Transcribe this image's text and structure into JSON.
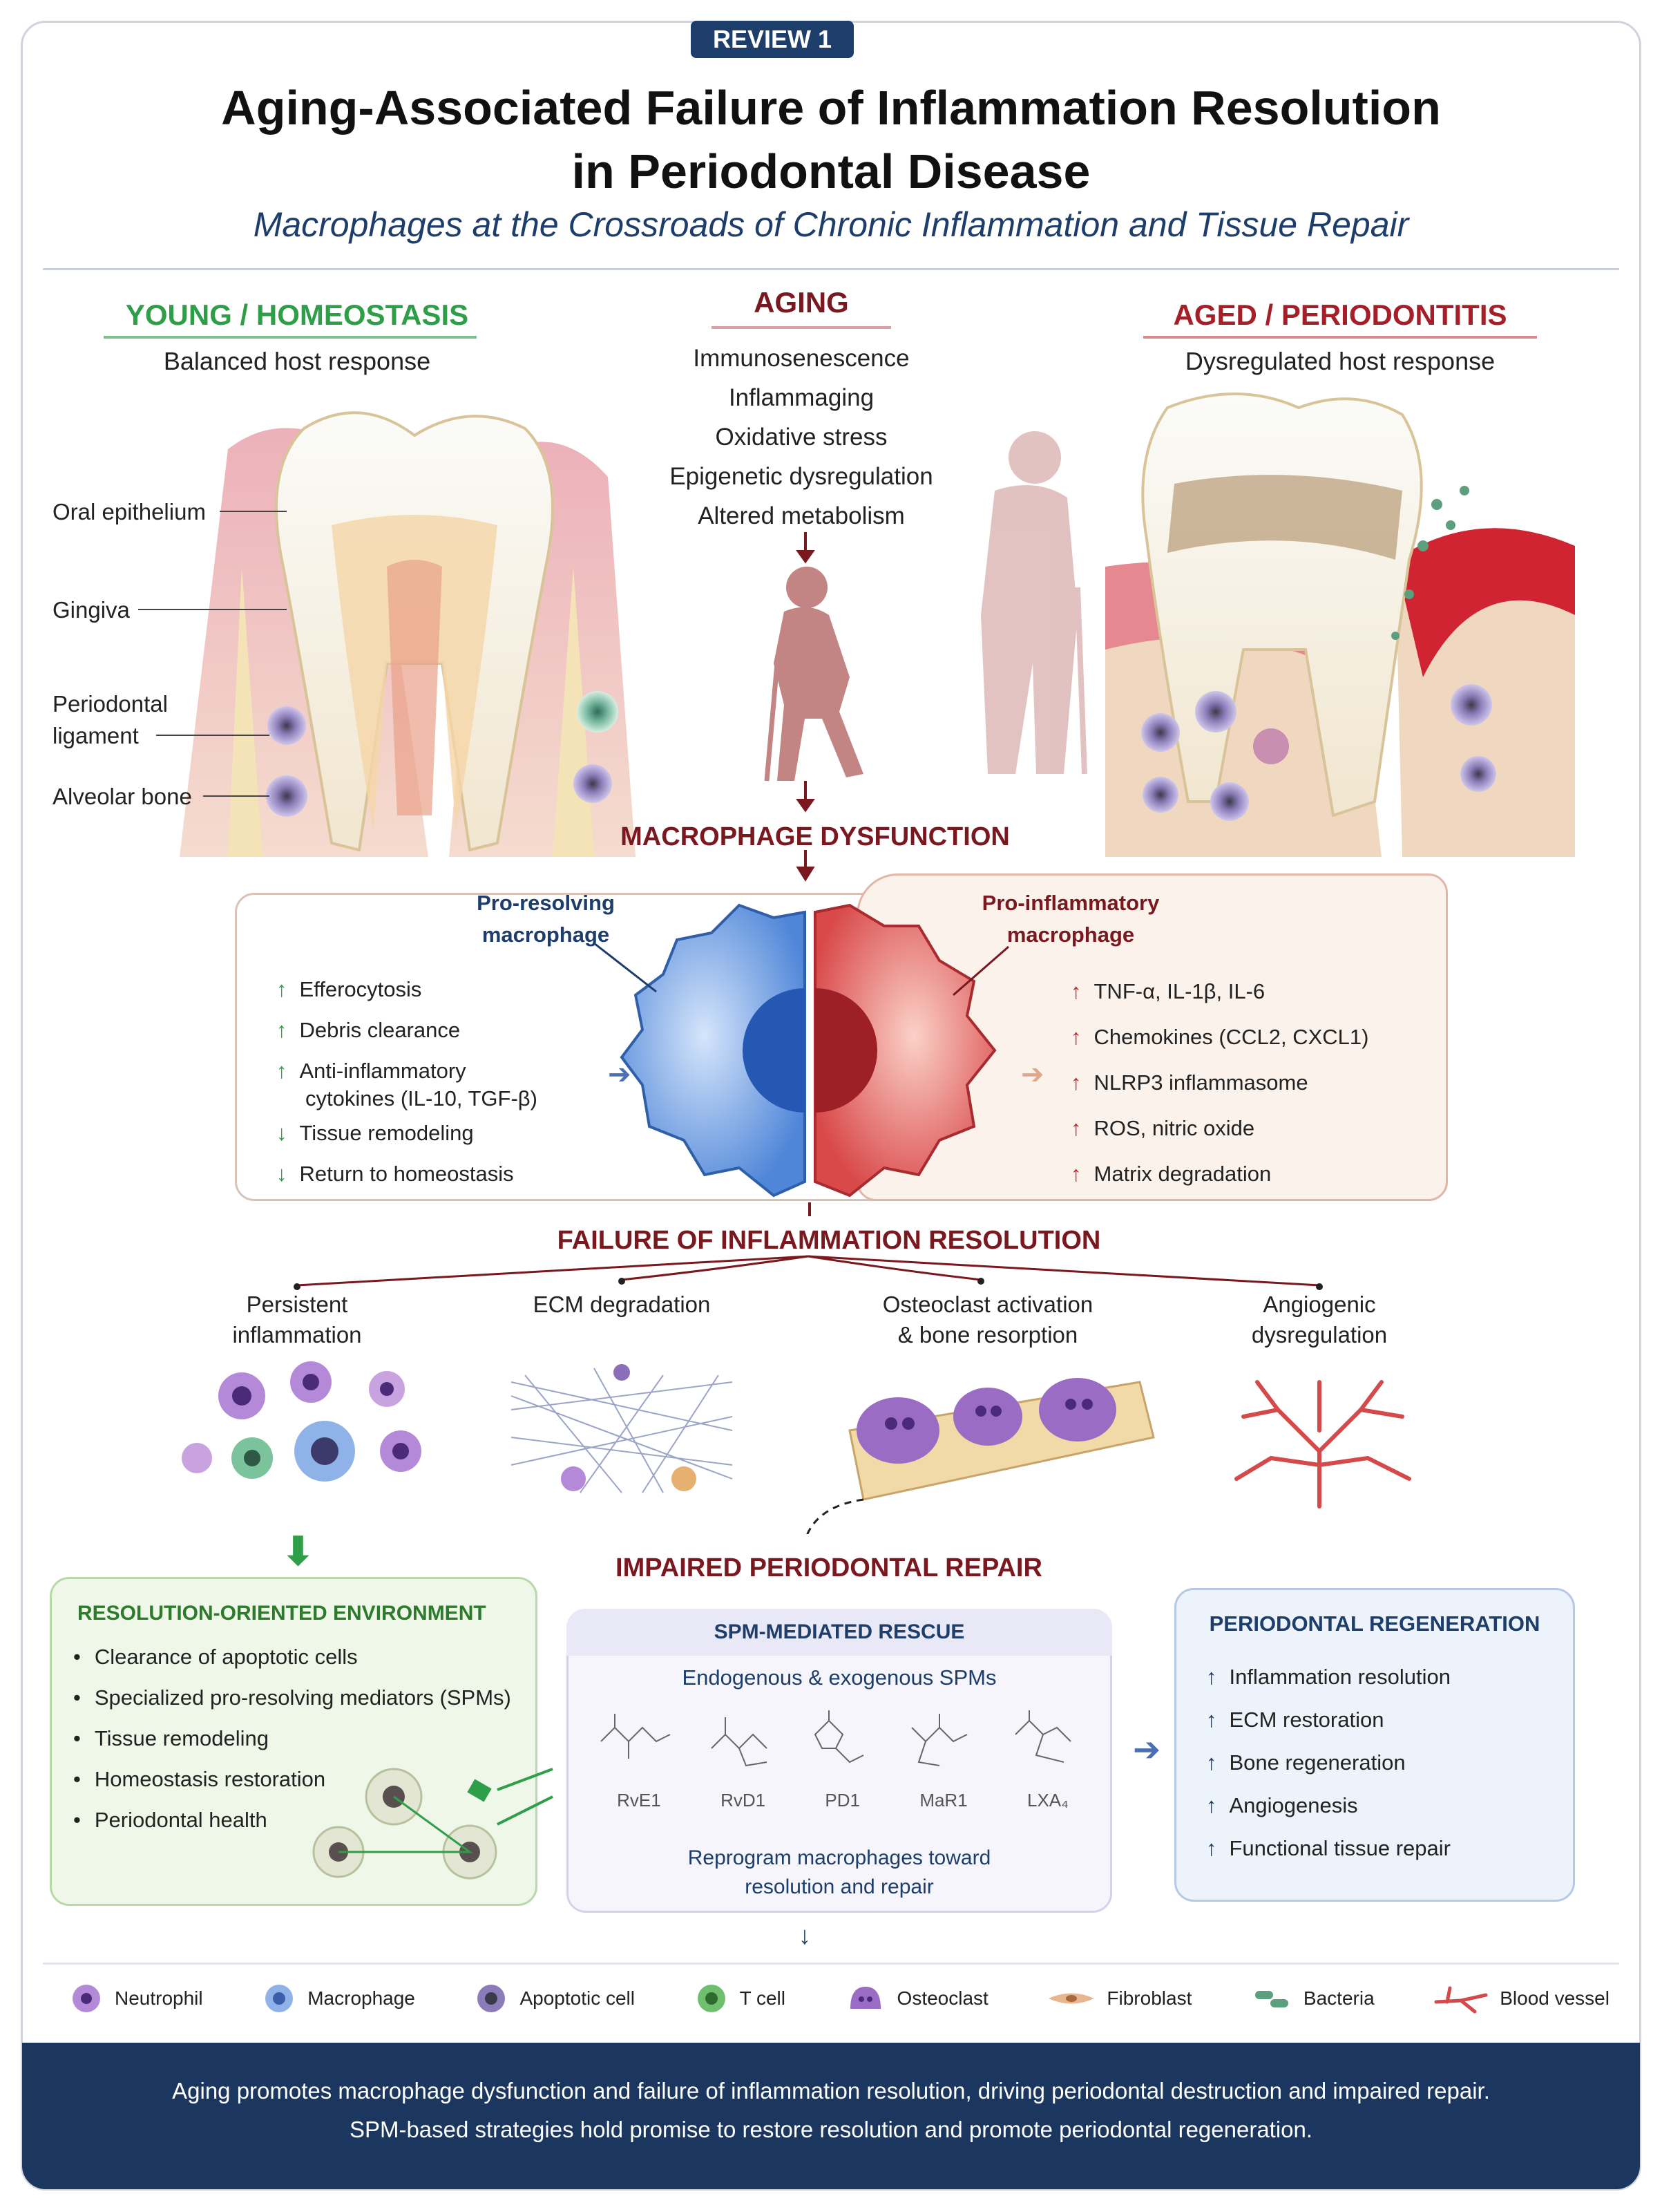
{
  "badge": "REVIEW 1",
  "title_line1": "Aging-Associated Failure of Inflammation Resolution",
  "title_line2": "in Periodontal Disease",
  "subtitle": "Macrophages at the Crossroads of Chronic Inflammation and Tissue Repair",
  "young": {
    "heading": "YOUNG / HOMEOSTASIS",
    "sub": "Balanced host response",
    "labels": [
      "Oral epithelium",
      "Gingiva",
      "Periodontal",
      "ligament",
      "Alveolar bone"
    ]
  },
  "aging": {
    "heading": "AGING",
    "items": [
      "Immunosenescence",
      "Inflammaging",
      "Oxidative stress",
      "Epigenetic dysregulation",
      "Altered metabolism"
    ]
  },
  "aged": {
    "heading": "AGED / PERIODONTITIS",
    "sub": "Dysregulated host response"
  },
  "macro": {
    "heading": "MACROPHAGE DYSFUNCTION",
    "pro_res_l1": "Pro-resolving",
    "pro_res_l2": "macrophage",
    "pro_inf_l1": "Pro-inflammatory",
    "pro_inf_l2": "macrophage",
    "left_items": [
      "Efferocytosis",
      "Debris clearance",
      "Anti-inflammatory",
      "cytokines (IL-10, TGF-β)",
      "Tissue remodeling",
      "Return to homeostasis"
    ],
    "right_items": [
      "TNF-α, IL-1β, IL-6",
      "Chemokines (CCL2, CXCL1)",
      "NLRP3 inflammasome",
      "ROS, nitric oxide",
      "Matrix degradation"
    ]
  },
  "failure": {
    "heading": "FAILURE OF INFLAMMATION RESOLUTION",
    "o1a": "Persistent",
    "o1b": "inflammation",
    "o2a": "ECM degradation",
    "o3a": "Osteoclast activation",
    "o3b": "& bone resorption",
    "o4a": "Angiogenic",
    "o4b": "dysregulation"
  },
  "impaired": "IMPAIRED PERIODONTAL REPAIR",
  "resolution": {
    "heading": "RESOLUTION-ORIENTED ENVIRONMENT",
    "items": [
      "Clearance of apoptotic cells",
      "Specialized pro-resolving mediators (SPMs)",
      "Tissue remodeling",
      "Homeostasis restoration",
      "Periodontal health"
    ]
  },
  "spm": {
    "heading": "SPM-MEDIATED RESCUE",
    "sub": "Endogenous & exogenous SPMs",
    "mols": [
      "RvE1",
      "RvD1",
      "PD1",
      "MaR1",
      "LXA₄"
    ],
    "foot1": "Reprogram macrophages toward",
    "foot2": "resolution and repair"
  },
  "regen": {
    "heading": "PERIODONTAL REGENERATION",
    "items": [
      "Inflammation resolution",
      "ECM restoration",
      "Bone regeneration",
      "Angiogenesis",
      "Functional tissue repair"
    ]
  },
  "legend": [
    "Neutrophil",
    "Macrophage",
    "Apoptotic cell",
    "T cell",
    "Osteoclast",
    "Fibroblast",
    "Bacteria",
    "Blood vessel"
  ],
  "footer1": "Aging promotes macrophage dysfunction and failure of inflammation resolution, driving periodontal destruction and impaired repair.",
  "footer2": "SPM-based strategies hold promise to restore resolution and promote periodontal regeneration.",
  "colors": {
    "navy": "#1d3d6b",
    "green": "#2f9e49",
    "maroon": "#7a1820",
    "red": "#c0262d"
  }
}
